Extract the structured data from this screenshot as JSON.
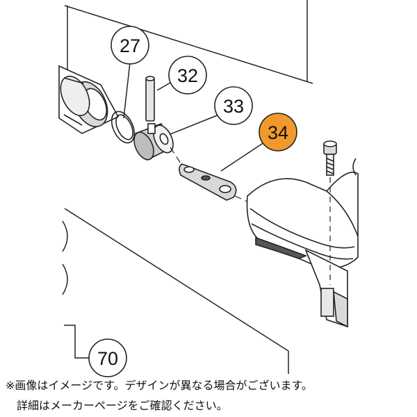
{
  "callouts": [
    {
      "id": "27",
      "label": "27",
      "highlight": false
    },
    {
      "id": "32",
      "label": "32",
      "highlight": false
    },
    {
      "id": "33",
      "label": "33",
      "highlight": false
    },
    {
      "id": "34",
      "label": "34",
      "highlight": true
    },
    {
      "id": "70",
      "label": "70",
      "highlight": false
    }
  ],
  "notice": {
    "line1": "※画像はイメージです。デザインが異なる場合がございます。",
    "line2": "詳細はメーカーページをご確認ください。"
  },
  "colors": {
    "highlight_fill": "#f19a2c",
    "line": "#222222",
    "part_gray": "#d9d9d9",
    "part_dark": "#555555"
  }
}
